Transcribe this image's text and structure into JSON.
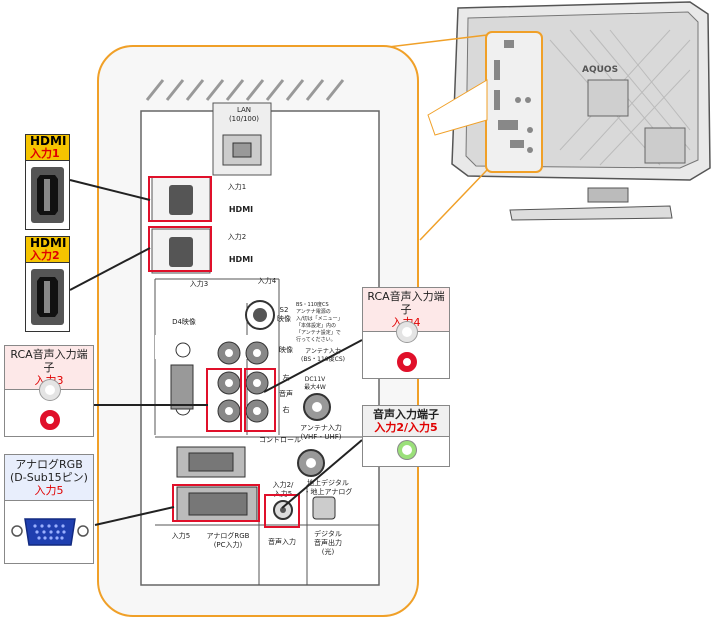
{
  "hdmi1": {
    "brand": "HDMI",
    "input": "入力1"
  },
  "hdmi2": {
    "brand": "HDMI",
    "input": "入力2"
  },
  "rca3": {
    "title": "RCA音声入力端子",
    "input": "入力3"
  },
  "rca4": {
    "title": "RCA音声入力端子",
    "input": "入力4"
  },
  "audio25": {
    "title": "音声入力端子",
    "input": "入力2/入力5"
  },
  "rgb": {
    "line1": "アナログRGB",
    "line2": "(D-Sub15ピン)",
    "input": "入力5"
  },
  "panel": {
    "lan": "LAN\n(10/100)",
    "in1": "入力1",
    "in2": "入力2",
    "hdmi_logo": "HDMI",
    "in3": "入力3",
    "in4": "入力4",
    "d4": "D4映像",
    "s2": "S2\n映像",
    "video": "映像",
    "left": "左",
    "audio": "音声",
    "right": "右",
    "bs_note": "BS・110度CS\nアンテナ電源の\n入/切は「メニュー」\n「本体設定」内の\n「アンテナ設定」で\n行ってください。",
    "bs_antenna": "アンテナ入力\n(BS・110度CS)",
    "dc": "DC11V\n最大4W",
    "control": "コントロール",
    "ant_vhf": "アンテナ入力\n(VHF・UHF)",
    "in25": "入力2/\n入力5",
    "terrestrial": "地上デジタル\n・地上アナログ",
    "in5": "入力5",
    "rgb_pc": "アナログRGB\n(PC入力)",
    "audio_in": "音声入力",
    "digital_out": "デジタル\n音声出力\n(光)"
  },
  "tv": {
    "brand": "AQUOS"
  },
  "colors": {
    "accent_frame": "#f0a028",
    "highlight": "#e0102a",
    "hdmi_tag": "#f5c400",
    "rgb_blue": "#1f3fb0"
  }
}
